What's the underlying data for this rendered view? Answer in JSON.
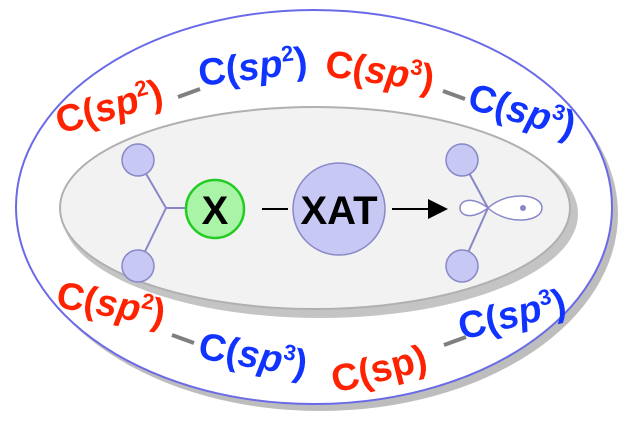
{
  "colors": {
    "red": "#ff2200",
    "blue": "#1133ff",
    "outer_ring_stroke": "#6a6ae8",
    "inner_ring_stroke": "#b0b0b0",
    "inner_ring_fill": "#f2f2f2",
    "shadow": "#bdbdbd",
    "atom_fill": "#c8c8f4",
    "atom_stroke": "#8888c8",
    "x_fill": "#aaf4a8",
    "x_stroke": "#22cc22",
    "bond": "#7f7f7f"
  },
  "labels": {
    "x": "X",
    "xat": "XAT",
    "c": "C(",
    "sp": "sp",
    "two": "2",
    "three": "3",
    "close": ")",
    "csp": "C(sp)",
    "dash": "–"
  },
  "icons": {
    "arrow": "right-arrow-icon",
    "radical": "radical-orbital-icon"
  }
}
